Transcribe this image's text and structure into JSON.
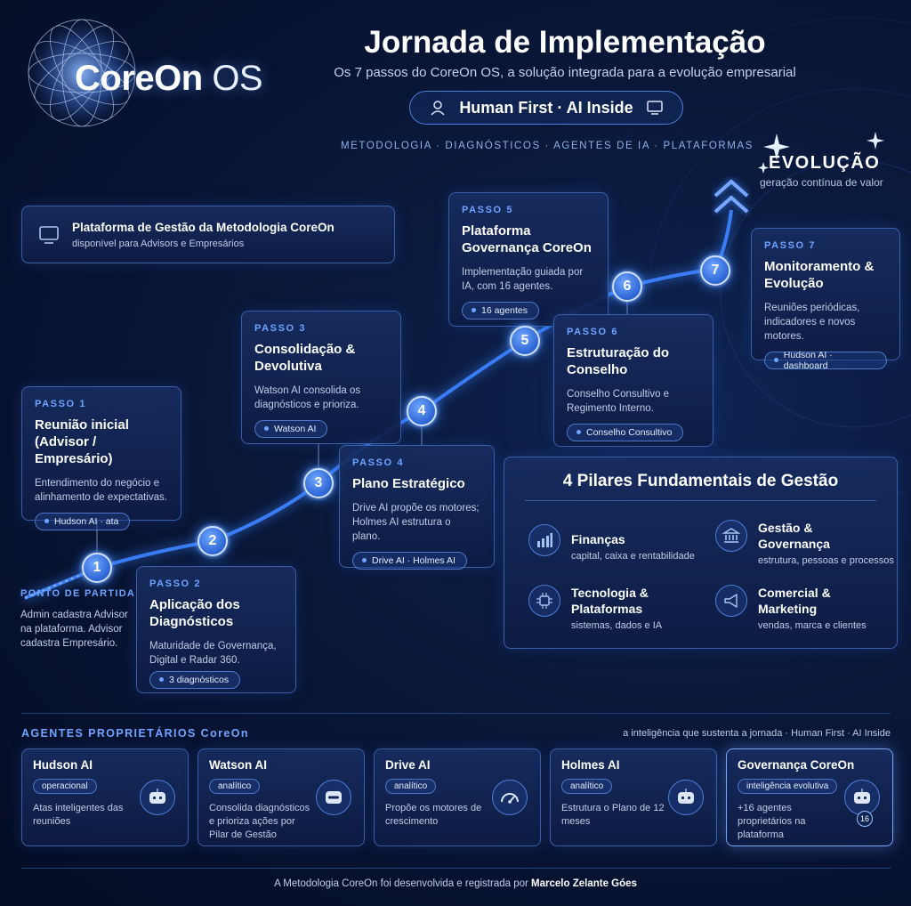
{
  "brand": {
    "name": "CoreOn",
    "suffix": "OS"
  },
  "header": {
    "title": "Jornada de Implementação",
    "subtitle": "Os 7 passos do CoreOn OS, a solução integrada para a evolução empresarial",
    "motto": "Human First · AI Inside",
    "tagline": "METODOLOGIA · DIAGNÓSTICOS · AGENTES DE IA · PLATAFORMAS"
  },
  "evolution": {
    "title": "EVOLUÇÃO",
    "subtitle": "geração contínua de valor"
  },
  "platform": {
    "title": "Plataforma de Gestão da Metodologia CoreOn",
    "subtitle": "disponível para Advisors e Empresários",
    "icon": "monitor-icon"
  },
  "start": {
    "label": "PONTO DE PARTIDA",
    "description": "Admin cadastra Advisor na plataforma. Advisor cadastra Empresário."
  },
  "steps": [
    {
      "number": "1",
      "label": "PASSO 1",
      "title": "Reunião inicial (Advisor / Empresário)",
      "description": "Entendimento do negócio e alinhamento de expectativas.",
      "chip": "Hudson AI · ata"
    },
    {
      "number": "2",
      "label": "PASSO 2",
      "title": "Aplicação dos Diagnósticos",
      "description": "Maturidade de Governança, Digital e Radar 360.",
      "chip": "3 diagnósticos"
    },
    {
      "number": "3",
      "label": "PASSO 3",
      "title": "Consolidação & Devolutiva",
      "description": "Watson AI consolida os diagnósticos e prioriza.",
      "chip": "Watson AI"
    },
    {
      "number": "4",
      "label": "PASSO 4",
      "title": "Plano Estratégico",
      "description": "Drive AI propõe os motores; Holmes AI estrutura o plano.",
      "chip": "Drive AI · Holmes AI"
    },
    {
      "number": "5",
      "label": "PASSO 5",
      "title": "Plataforma Governança CoreOn",
      "description": "Implementação guiada por IA, com 16 agentes.",
      "chip": "16 agentes"
    },
    {
      "number": "6",
      "label": "PASSO 6",
      "title": "Estruturação do Conselho",
      "description": "Conselho Consultivo e Regimento Interno.",
      "chip": "Conselho Consultivo"
    },
    {
      "number": "7",
      "label": "PASSO 7",
      "title": "Monitoramento & Evolução",
      "description": "Reuniões periódicas, indicadores e novos motores.",
      "chip": "Hudson AI · dashboard"
    }
  ],
  "pillars": {
    "title": "4 Pilares Fundamentais de Gestão",
    "items": [
      {
        "name": "Finanças",
        "description": "capital, caixa e rentabilidade",
        "icon": "bar-chart-icon"
      },
      {
        "name": "Gestão & Governança",
        "description": "estrutura, pessoas e processos",
        "icon": "institution-icon"
      },
      {
        "name": "Tecnologia & Plataformas",
        "description": "sistemas, dados e IA",
        "icon": "chip-icon"
      },
      {
        "name": "Comercial & Marketing",
        "description": "vendas, marca e clientes",
        "icon": "megaphone-icon"
      }
    ]
  },
  "agents": {
    "heading": "AGENTES PROPRIETÁRIOS CoreOn",
    "right_note": "a inteligência que sustenta a jornada · Human First · AI Inside",
    "items": [
      {
        "name": "Hudson AI",
        "status": "operacional",
        "description": "Atas inteligentes das reuniões",
        "icon": "robot-icon"
      },
      {
        "name": "Watson AI",
        "status": "analítico",
        "description": "Consolida diagnósticos e prioriza ações por Pilar de Gestão",
        "icon": "robot-visor-icon"
      },
      {
        "name": "Drive AI",
        "status": "analítico",
        "description": "Propõe os motores de crescimento",
        "icon": "gauge-icon"
      },
      {
        "name": "Holmes AI",
        "status": "analítico",
        "description": "Estrutura o Plano de 12 meses",
        "icon": "robot-icon"
      },
      {
        "name": "Governança CoreOn",
        "status": "inteligência evolutiva",
        "description": "+16 agentes proprietários na plataforma",
        "icon": "robot-icon",
        "badge": "16"
      }
    ]
  },
  "footer": {
    "prefix": "A Metodologia CoreOn foi desenvolvida e registrada por",
    "author": "Marcelo Zelante Góes"
  },
  "colors": {
    "accent": "#6ea4ff",
    "background": "#0a1a3d",
    "node": "#2c64d4"
  }
}
